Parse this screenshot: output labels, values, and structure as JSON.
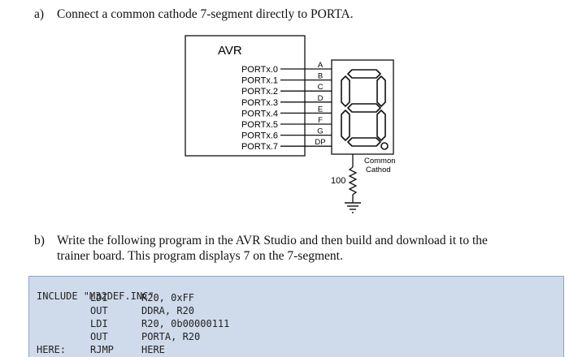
{
  "part_a": {
    "label": "a)",
    "text": "Connect a common cathode 7-segment directly to PORTA."
  },
  "diagram": {
    "chip_label": "AVR",
    "ports": [
      "PORTx.0",
      "PORTx.1",
      "PORTx.2",
      "PORTx.3",
      "PORTx.4",
      "PORTx.5",
      "PORTx.6",
      "PORTx.7"
    ],
    "segments": [
      "A",
      "B",
      "C",
      "D",
      "E",
      "F",
      "G",
      "DP"
    ],
    "common_label_line1": "Common",
    "common_label_line2": "Cathod",
    "resistor_value": "100"
  },
  "part_b": {
    "label": "b)",
    "line1": "Write the following program in the AVR Studio and then build and download it to the",
    "line2": "trainer board. This program displays 7 on the 7-segment."
  },
  "code": {
    "include": "INCLUDE \"M32DEF.INC\"",
    "lines": [
      {
        "label": "",
        "op": "LDI",
        "args": "R20, 0xFF"
      },
      {
        "label": "",
        "op": "OUT",
        "args": "DDRA, R20"
      },
      {
        "label": "",
        "op": "LDI",
        "args": "R20, 0b00000111"
      },
      {
        "label": "",
        "op": "OUT",
        "args": "PORTA, R20"
      },
      {
        "label": "HERE:",
        "op": "RJMP",
        "args": "HERE"
      }
    ]
  },
  "colors": {
    "code_bg": "#cfdbeb",
    "code_border": "#8ea4c2"
  }
}
